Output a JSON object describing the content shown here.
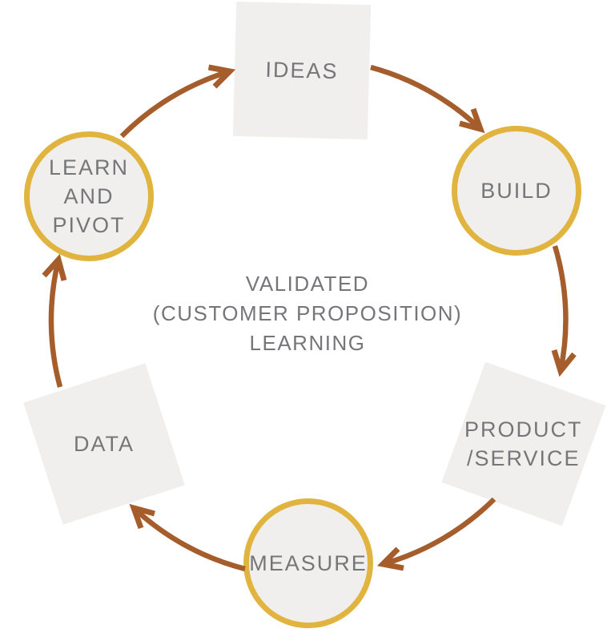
{
  "colors": {
    "background": "#ffffff",
    "node_fill": "#f0efed",
    "node_border_gold": "#e0b43e",
    "arrow": "#a55d2b",
    "text": "#757679"
  },
  "center": {
    "lines": [
      "VALIDATED",
      "(CUSTOMER PROPOSITION)",
      "LEARNING"
    ]
  },
  "nodes": {
    "ideas": {
      "label": "IDEAS"
    },
    "build": {
      "label": "BUILD"
    },
    "product_service": {
      "lines": [
        "PRODUCT",
        "/SERVICE"
      ]
    },
    "measure": {
      "label": "MEASURE"
    },
    "data": {
      "label": "DATA"
    },
    "learn_pivot": {
      "lines": [
        "LEARN",
        "AND",
        "PIVOT"
      ]
    }
  }
}
